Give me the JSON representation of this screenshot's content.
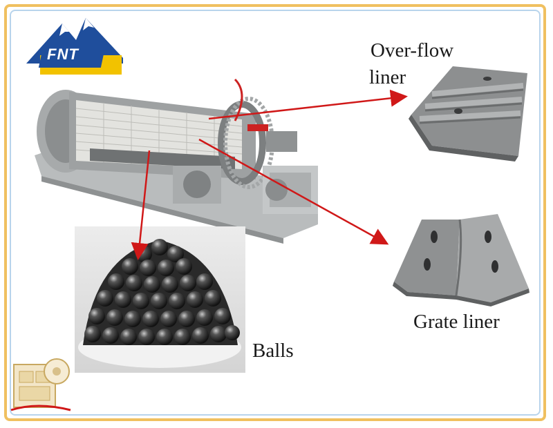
{
  "logo": {
    "text": "FNT"
  },
  "labels": {
    "overflow_line1": "Over-flow",
    "overflow_line2": "liner",
    "grate": "Grate liner",
    "balls": "Balls"
  },
  "colors": {
    "frame_outer": "#f0c060",
    "frame_inner": "#b8d4ec",
    "arrow": "#d01818",
    "logo_blue": "#1f4e9c",
    "logo_yellow": "#f2c200"
  },
  "icons": {
    "logo": "mountain-logo-icon",
    "mill": "ball-mill-cutaway-illustration",
    "balls": "grinding-balls-photo",
    "overflow_liner": "overflow-liner-plate-photo",
    "grate_liner": "grate-liner-plate-photo",
    "corner": "jaw-crusher-decoration-icon"
  }
}
